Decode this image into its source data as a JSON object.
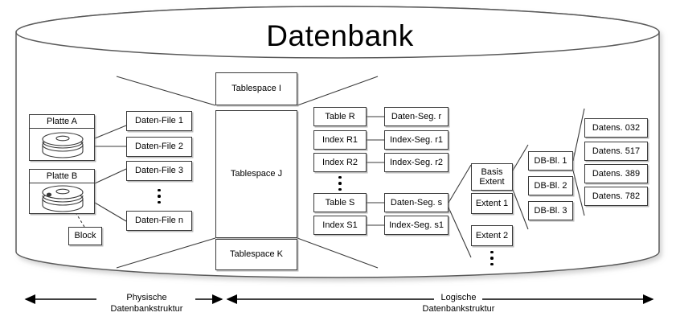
{
  "diagram": {
    "title": "Datenbank",
    "physical": {
      "disks": [
        {
          "label": "Platte A",
          "icon": "disk-platter-icon"
        },
        {
          "label": "Platte B",
          "icon": "disk-platter-icon"
        }
      ],
      "block_label": "Block",
      "data_files": [
        "Daten-File 1",
        "Daten-File 2",
        "Daten-File 3",
        "Daten-File n"
      ],
      "data_files_ellipsis": "vertical-ellipsis"
    },
    "tablespaces": [
      "Tablespace I",
      "Tablespace J",
      "Tablespace K"
    ],
    "logical": {
      "objects": [
        "Table R",
        "Index R1",
        "Index R2",
        "Table S",
        "Index S1"
      ],
      "objects_ellipsis": "vertical-ellipsis",
      "segments": [
        "Daten-Seg. r",
        "Index-Seg. r1",
        "Index-Seg. r2",
        "Daten-Seg. s",
        "Index-Seg. s1"
      ],
      "extents": [
        "Basis Extent",
        "Extent 1",
        "Extent 2"
      ],
      "extents_first_line": "Basis",
      "extents_second_line": "Extent",
      "extents_ellipsis": "vertical-ellipsis",
      "db_blocks": [
        "DB-Bl. 1",
        "DB-Bl. 2",
        "DB-Bl. 3"
      ],
      "records": [
        "Datens. 032",
        "Datens. 517",
        "Datens. 389",
        "Datens. 782"
      ]
    },
    "footer": {
      "left": {
        "line1": "Physische",
        "line2": "Datenbankstruktur"
      },
      "right": {
        "line1": "Logische",
        "line2": "Datenbankstruktur"
      }
    },
    "colors": {
      "stroke": "#3a3a3a",
      "text": "#000000",
      "background": "#ffffff",
      "shadow": "#828282"
    }
  }
}
